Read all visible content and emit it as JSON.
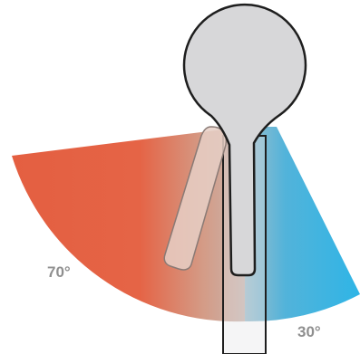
{
  "angles": {
    "left_label": "70°",
    "right_label": "30°",
    "left_degrees": 70,
    "right_degrees": 30
  },
  "colors": {
    "hot": "#e45f41",
    "cold": "#2fb5e6",
    "handle_fill": "#d7d7d9",
    "handle_stroke": "#1e1e1e",
    "ghost_handle_fill": "#e6cfc6",
    "ghost_handle_stroke": "#8a7a75",
    "label": "#8f8f8f"
  }
}
